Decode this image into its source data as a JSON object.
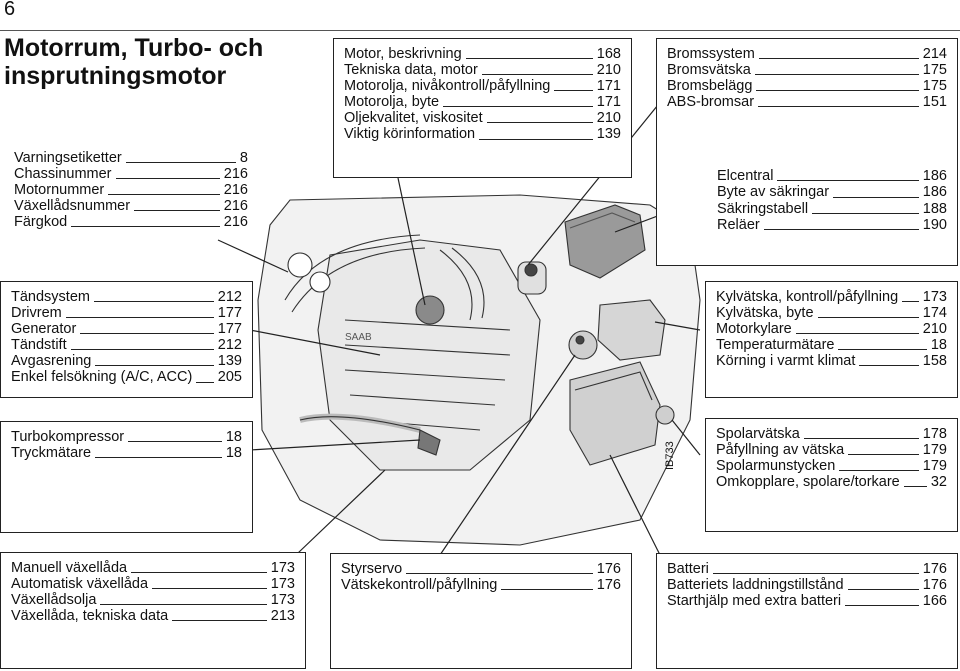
{
  "page_number": "6",
  "title": "Motorrum, Turbo- och insprutningsmotor",
  "figure_code": "IB733",
  "groups": {
    "vehicle_id": [
      {
        "label": "Varningsetiketter",
        "page": "8"
      },
      {
        "label": "Chassinummer",
        "page": "216"
      },
      {
        "label": "Motornummer",
        "page": "216"
      },
      {
        "label": "Växellådsnummer",
        "page": "216"
      },
      {
        "label": "Färgkod",
        "page": "216"
      }
    ],
    "engine": [
      {
        "label": "Motor, beskrivning",
        "page": "168"
      },
      {
        "label": "Tekniska data, motor",
        "page": "210"
      },
      {
        "label": "Motorolja, nivåkontroll/påfyllning",
        "page": "171"
      },
      {
        "label": "Motorolja, byte",
        "page": "171"
      },
      {
        "label": "Oljekvalitet, viskositet",
        "page": "210"
      },
      {
        "label": "Viktig körinformation",
        "page": "139"
      }
    ],
    "brakes": [
      {
        "label": "Bromssystem",
        "page": "214"
      },
      {
        "label": "Bromsvätska",
        "page": "175"
      },
      {
        "label": "Bromsbelägg",
        "page": "175"
      },
      {
        "label": "ABS-bromsar",
        "page": "151"
      }
    ],
    "electrical": [
      {
        "label": "Elcentral",
        "page": "186"
      },
      {
        "label": "Byte av säkringar",
        "page": "186"
      },
      {
        "label": "Säkringstabell",
        "page": "188"
      },
      {
        "label": "Reläer",
        "page": "190"
      }
    ],
    "ignition": [
      {
        "label": "Tändsystem",
        "page": "212"
      },
      {
        "label": "Drivrem",
        "page": "177"
      },
      {
        "label": "Generator",
        "page": "177"
      },
      {
        "label": "Tändstift",
        "page": "212"
      },
      {
        "label": "Avgasrening",
        "page": "139"
      },
      {
        "label": "Enkel felsökning (A/C, ACC)",
        "page": "205"
      }
    ],
    "cooling": [
      {
        "label": "Kylvätska, kontroll/påfyllning",
        "page": "173"
      },
      {
        "label": "Kylvätska, byte",
        "page": "174"
      },
      {
        "label": "Motorkylare",
        "page": "210"
      },
      {
        "label": "Temperaturmätare",
        "page": "18"
      },
      {
        "label": "Körning i varmt klimat",
        "page": "158"
      }
    ],
    "turbo": [
      {
        "label": "Turbokompressor",
        "page": "18"
      },
      {
        "label": "Tryckmätare",
        "page": "18"
      }
    ],
    "washer": [
      {
        "label": "Spolarvätska",
        "page": "178"
      },
      {
        "label": "Påfyllning av vätska",
        "page": "179"
      },
      {
        "label": "Spolarmunstycken",
        "page": "179"
      },
      {
        "label": "Omkopplare, spolare/torkare",
        "page": "32"
      }
    ],
    "gearbox": [
      {
        "label": "Manuell växellåda",
        "page": "173"
      },
      {
        "label": "Automatisk växellåda",
        "page": "173"
      },
      {
        "label": "Växellådsolja",
        "page": "173"
      },
      {
        "label": "Växellåda, tekniska data",
        "page": "213"
      }
    ],
    "steering": [
      {
        "label": "Styrservo",
        "page": "176"
      },
      {
        "label": "Vätskekontroll/påfyllning",
        "page": "176"
      }
    ],
    "battery": [
      {
        "label": "Batteri",
        "page": "176"
      },
      {
        "label": "Batteriets laddningstillstånd",
        "page": "176"
      },
      {
        "label": "Starthjälp med extra batteri",
        "page": "166"
      }
    ]
  },
  "diagram_text": {
    "brand": "SAAB"
  }
}
